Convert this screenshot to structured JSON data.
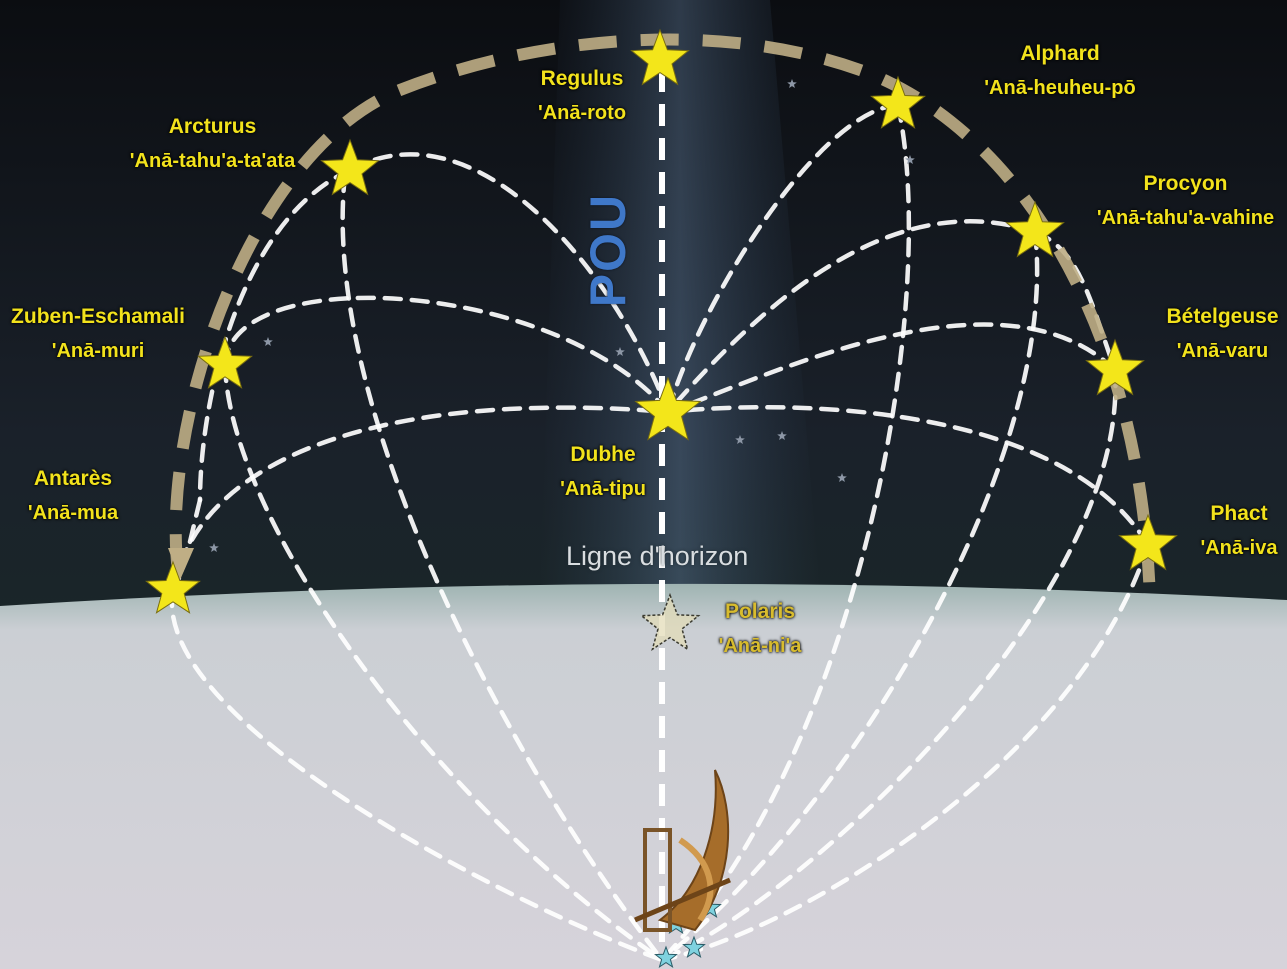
{
  "diagram": {
    "pou_label": "POU",
    "horizon_label": "Ligne d'horizon",
    "colors": {
      "sky": "#14181f",
      "sea": "#cfcfd6",
      "star_fill": "#f3e61a",
      "path_dashes": "#ffffff",
      "ecliptic_arc": "#bfae85",
      "pou_text": "#3f78c9",
      "label_text": "#f2e21c"
    },
    "stars": [
      {
        "id": "regulus",
        "name": "Regulus",
        "tahitian": "'Anā-roto"
      },
      {
        "id": "alphard",
        "name": "Alphard",
        "tahitian": "'Anā-heuheu-pō"
      },
      {
        "id": "arcturus",
        "name": "Arcturus",
        "tahitian": "'Anā-tahu'a-ta'ata"
      },
      {
        "id": "procyon",
        "name": "Procyon",
        "tahitian": "'Anā-tahu'a-vahine"
      },
      {
        "id": "zuben",
        "name": "Zuben-Eschamali",
        "tahitian": "'Anā-muri"
      },
      {
        "id": "betelgeuse",
        "name": "Bételgeuse",
        "tahitian": "'Anā-varu"
      },
      {
        "id": "antares",
        "name": "Antarès",
        "tahitian": "'Anā-mua"
      },
      {
        "id": "dubhe",
        "name": "Dubhe",
        "tahitian": "'Anā-tipu"
      },
      {
        "id": "phact",
        "name": "Phact",
        "tahitian": "'Anā-iva"
      },
      {
        "id": "polaris",
        "name": "Polaris",
        "tahitian": "'Anā-ni'a"
      }
    ],
    "icons": {
      "star": "star-icon",
      "canoe": "canoe-icon",
      "small_star": "small-star-icon"
    }
  }
}
